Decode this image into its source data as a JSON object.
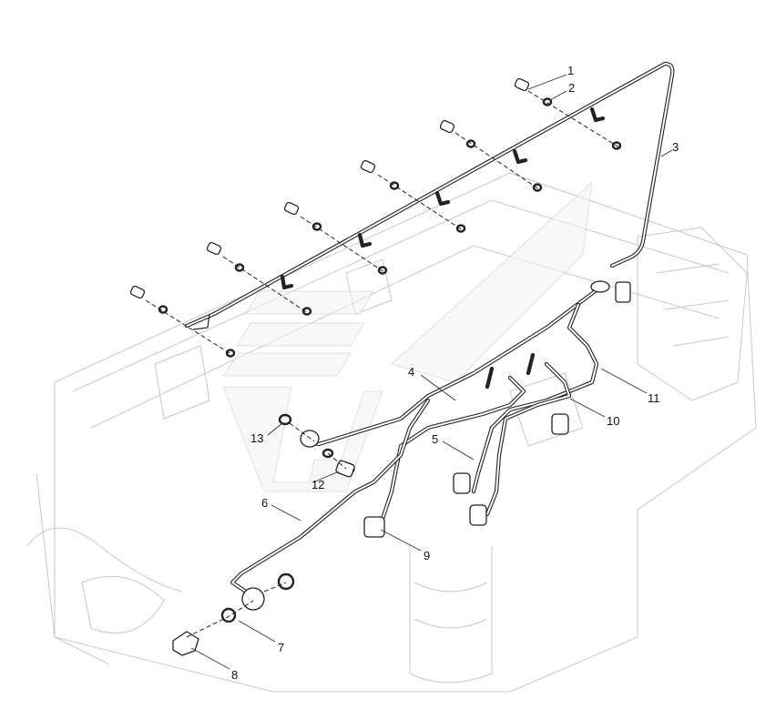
{
  "callouts": [
    {
      "id": "c1",
      "text": "1"
    },
    {
      "id": "c2",
      "text": "2"
    },
    {
      "id": "c3",
      "text": "3"
    },
    {
      "id": "c4",
      "text": "4"
    },
    {
      "id": "c5",
      "text": "5"
    },
    {
      "id": "c6",
      "text": "6"
    },
    {
      "id": "c7",
      "text": "7"
    },
    {
      "id": "c8",
      "text": "8"
    },
    {
      "id": "c9",
      "text": "9"
    },
    {
      "id": "c10",
      "text": "10"
    },
    {
      "id": "c11",
      "text": "11"
    },
    {
      "id": "c12",
      "text": "12"
    },
    {
      "id": "c13",
      "text": "13"
    }
  ],
  "colors": {
    "line": "#222222",
    "background_engine": "#c8c8c8",
    "watermark": "#bbbbbb"
  }
}
